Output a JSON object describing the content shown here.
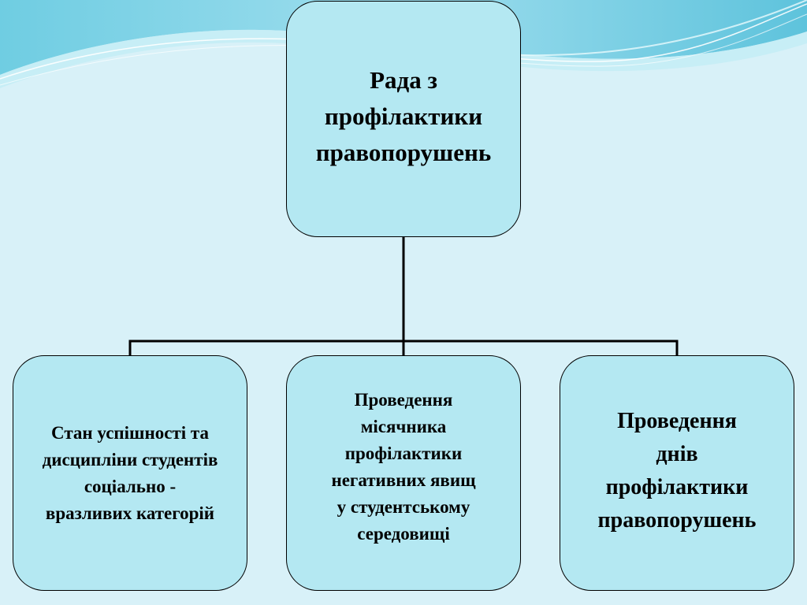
{
  "diagram": {
    "root": {
      "text": "Рада з\nпрофілактики\nправопорушень"
    },
    "children": [
      {
        "text": "Стан успішності та\nдисципліни студентів\nсоціально -\nвразливих категорій"
      },
      {
        "text": "Проведення\nмісячника\nпрофілактики\nнегативних явищ\nу студентському\nсередовищі"
      },
      {
        "text": "Проведення\nднів\nпрофілактики\nправопорушень"
      }
    ]
  },
  "colors": {
    "background": "#d8f1f8",
    "node_fill": "#b4e8f2",
    "node_border": "#000000",
    "connector": "#000000",
    "wave_dark": "#5cc4dc",
    "wave_light": "#a8e2ef"
  }
}
